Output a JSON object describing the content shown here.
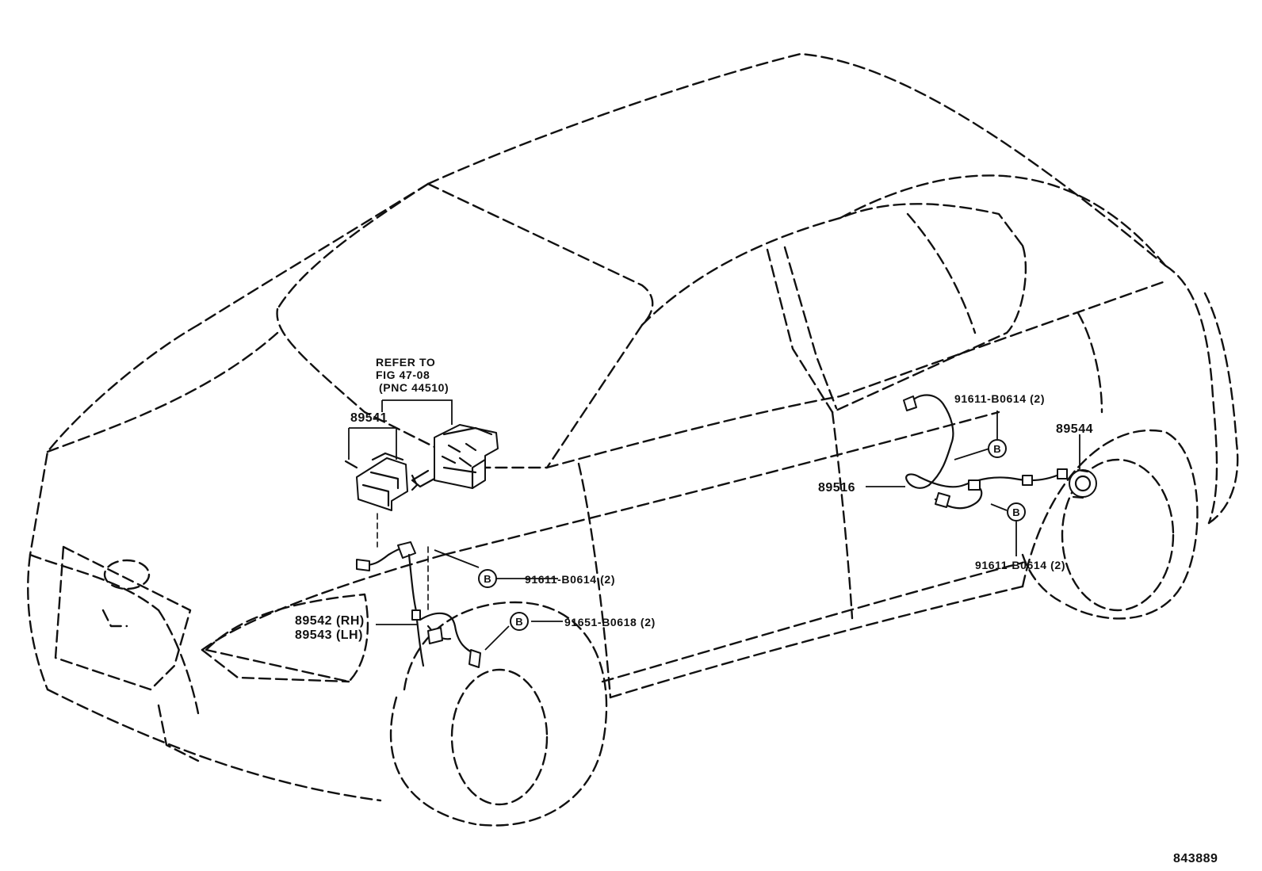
{
  "refer_note": {
    "line1": "REFER TO",
    "line2": "FIG 47-08",
    "line3": "(PNC 44510)"
  },
  "parts": {
    "p89541": "89541",
    "p89516": "89516",
    "p89544": "89544",
    "p89542": "89542 (RH)",
    "p89543": "89543 (LH)"
  },
  "fasteners": {
    "rear_upper": "91611-B0614 (2)",
    "rear_lower": "91611-B0614 (2)",
    "front_upper": "91611-B0614 (2)",
    "front_lower": "91651-B0618 (2)",
    "marker": "B"
  },
  "illustration_number": "843889"
}
